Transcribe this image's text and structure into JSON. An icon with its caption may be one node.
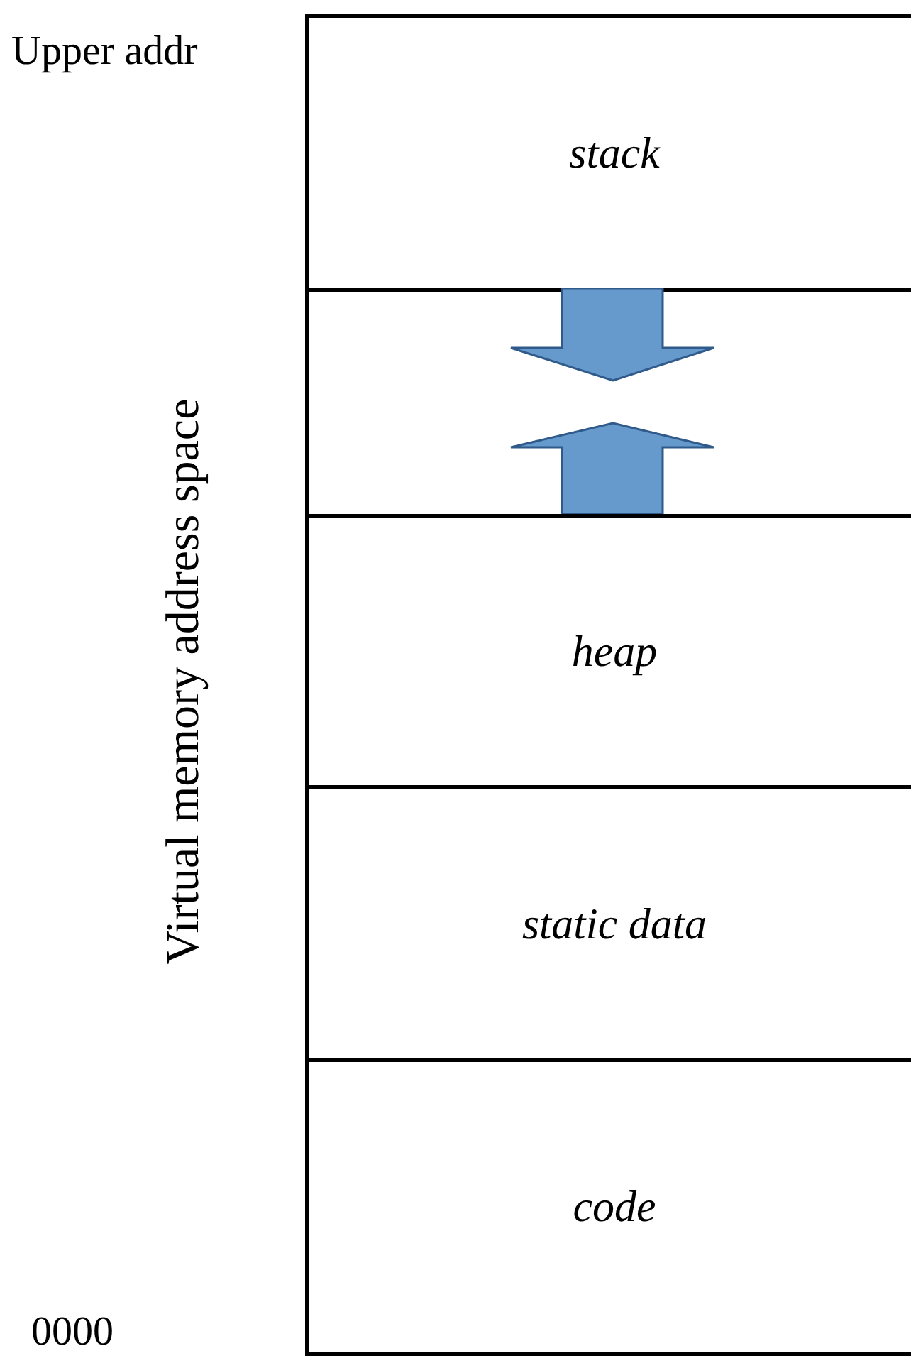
{
  "diagram": {
    "nodes": [
      {
        "text": [
          "stack"
        ]
      },
      {
        "text": [],
        "shape": "box"
      },
      {
        "text": [
          "heap"
        ]
      },
      {
        "text": [
          "static data"
        ]
      },
      {
        "text": [
          "code"
        ]
      }
    ],
    "labels": [
      "Upper addr",
      "Virtual memory address space",
      "0000"
    ]
  }
}
